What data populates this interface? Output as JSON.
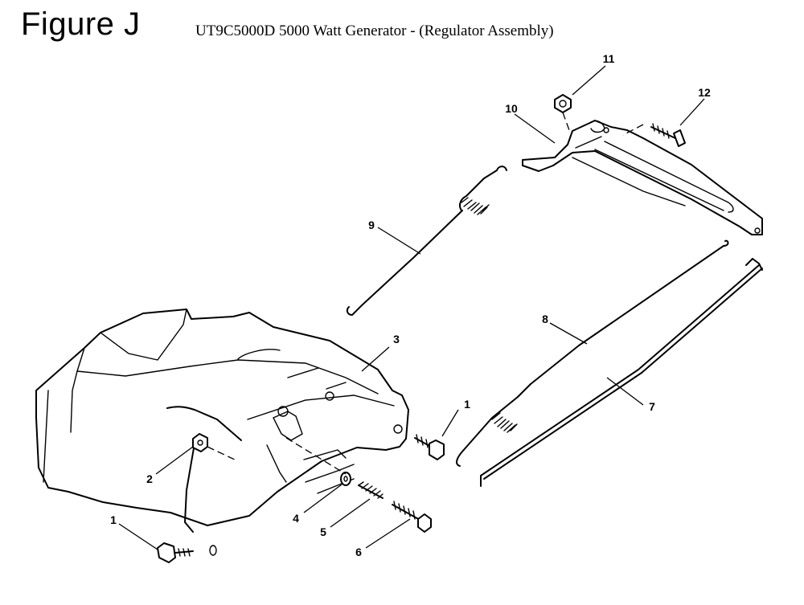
{
  "header": {
    "figure_label": "Figure J",
    "title": "UT9C5000D 5000 Watt Generator - (Regulator Assembly)"
  },
  "callouts": [
    "1",
    "2",
    "3",
    "4",
    "5",
    "6",
    "7",
    "8",
    "9",
    "10",
    "11",
    "12",
    "1"
  ]
}
